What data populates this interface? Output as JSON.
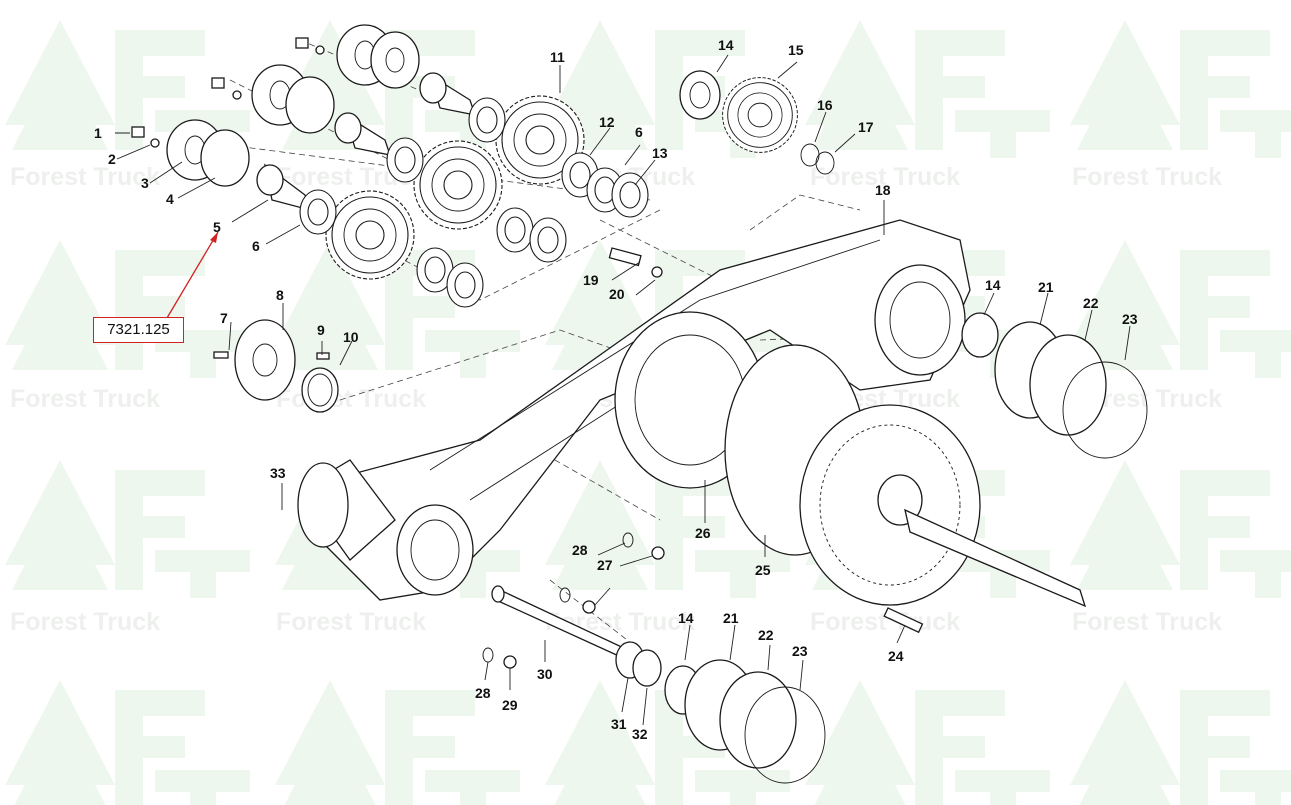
{
  "watermark": {
    "brand": "Forest Truck",
    "monogram": "FT",
    "color": "#2e9e3a"
  },
  "reference_label": {
    "text": "7321.125",
    "border_color": "#d32020"
  },
  "callouts": [
    "1",
    "2",
    "3",
    "4",
    "5",
    "6",
    "6",
    "7",
    "8",
    "9",
    "10",
    "11",
    "12",
    "13",
    "14",
    "14",
    "14",
    "15",
    "16",
    "17",
    "18",
    "19",
    "20",
    "21",
    "21",
    "22",
    "22",
    "23",
    "23",
    "24",
    "25",
    "26",
    "27",
    "28",
    "28",
    "29",
    "30",
    "31",
    "32",
    "33"
  ]
}
